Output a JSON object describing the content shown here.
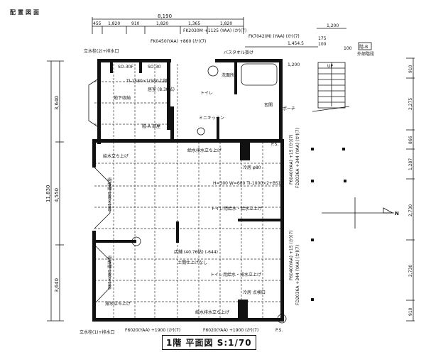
{
  "header": {
    "corner_label": "配置図面"
  },
  "title": "1階 平面図 S:1/70",
  "dimensions": {
    "top_total": "8,190",
    "top_segments": [
      "455",
      "1,820",
      "910",
      "1,820",
      "1,365",
      "1,820"
    ],
    "left_total": "11,830",
    "left_segments": [
      "3,640",
      "4,550",
      "3,640"
    ],
    "right_segments": [
      "910",
      "2,275",
      "866",
      "1,287",
      "2,730",
      "2,730",
      "910"
    ],
    "stair": [
      "1,200",
      "175",
      "100",
      "100",
      "1,454.5",
      "1,200"
    ]
  },
  "labels": {
    "standpipe_top": "立水栓(2)+排水口",
    "standpipe_bottom": "立水栓(1)+排水口",
    "win_top1": "FK0450(YAA) +860 (か)(7)",
    "win_top2": "FK2030M +1125 (YAA) (か)(7)",
    "win_top3": "FK7042(M) (YAA) (か)(7)",
    "bath_fixture": "バスタオル掛け",
    "stair_tag": "階-B",
    "stair_name": "外部階段",
    "up": "UP",
    "closet1": "SO-30F",
    "closet2": "SO-30",
    "ceiling": "TI-1580×1(580上部)",
    "living": "居室 (8.38帖)",
    "underfloor": "地下収納",
    "storage": "階-A 部屋",
    "wash": "洗面所",
    "toilet": "トイレ",
    "kitchen": "ミニキッチン",
    "entrance": "玄関",
    "porch": "ポーチ",
    "ps1": "P.S.",
    "ps2": "P.S.",
    "water_up1": "給水立ち上げ",
    "water_up2": "給水排水立ち上げ",
    "water_up3": "排水立ち上げ",
    "water_up4": "給水排水立ち上げ",
    "drain1": "トイレ用給水・給水立上げ",
    "drain2": "トイレ用給水・排水立上げ",
    "ac1": "冷房 φ80",
    "ac2": "冷房 点検口",
    "beam": "H=300 W=600 TI-1000×2+BS16",
    "shop": "店舗 (40.76帖) (-644)",
    "no_floor": "土間仕上げなし",
    "storage_left1": "収納棚 180×180",
    "storage_left2": "収納棚 180×180",
    "win_bottom1": "F6020(YAA) +1900 (か)(7)",
    "win_bottom2": "F6020(YAA) +1900 (か)(7)",
    "win_right1": "F6040(YAA) +15 (か)(7)",
    "win_right2": "F6040(YAA) +15 (か)(7)",
    "door_right1": "FD2036A +344 (YAA) (か)(7)",
    "door_right2": "FD2036A +344 (YAA) (か)(7)",
    "north": "N"
  }
}
